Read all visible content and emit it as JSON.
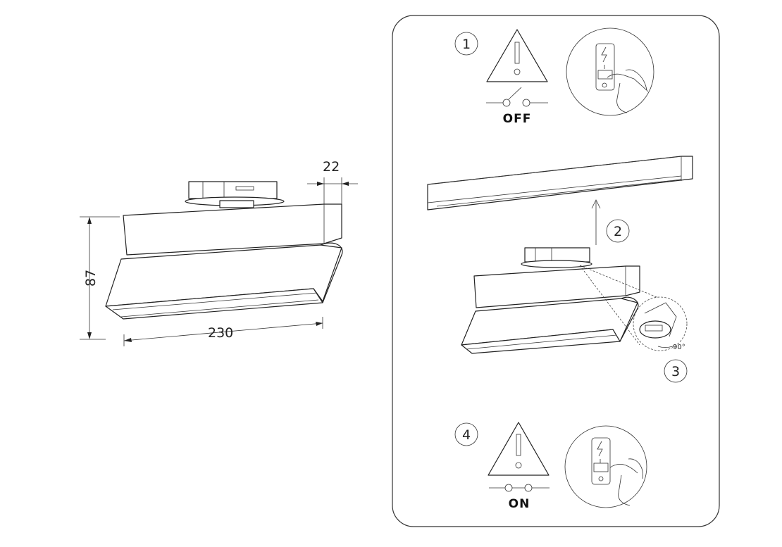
{
  "dimensions": {
    "width": "22",
    "height": "87",
    "length": "230"
  },
  "steps": [
    {
      "number": "1",
      "switch_state": "OFF"
    },
    {
      "number": "2"
    },
    {
      "number": "3",
      "rotation": "90°"
    },
    {
      "number": "4",
      "switch_state": "ON"
    }
  ]
}
